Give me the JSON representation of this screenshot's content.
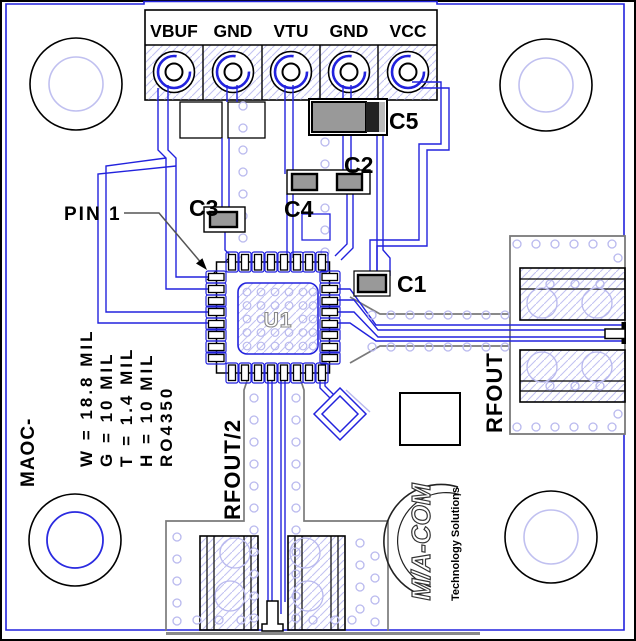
{
  "terminals": {
    "labels": [
      "VBUF",
      "GND",
      "VTU",
      "GND",
      "VCC"
    ]
  },
  "components": {
    "u1": "U1",
    "c1": "C1",
    "c2": "C2",
    "c3": "C3",
    "c4": "C4",
    "c5": "C5"
  },
  "annotations": {
    "pin1": "PIN 1",
    "part_prefix": "MAOC-",
    "rfout": "RFOUT",
    "rfout_half": "RFOUT/2"
  },
  "stackup_notes": [
    "W = 18.8 MIL",
    "G = 10 MIL",
    "T = 1.4 MIL",
    "H = 10 MIL",
    "RO4350"
  ],
  "logo": {
    "brand": "M/A-COM",
    "tagline": "Technology Solutions"
  },
  "colors": {
    "trace_blue": "#2222dd",
    "via_lavender": "#b9b9ee",
    "component_gray": "#999999",
    "region_gray": "#7a7a7a",
    "board_outline": "#2222dd"
  }
}
